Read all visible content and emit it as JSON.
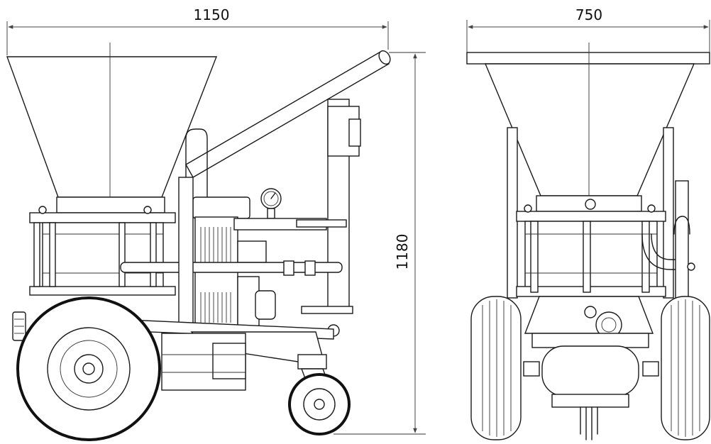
{
  "dimensions": {
    "side_width": "1150",
    "front_width": "750",
    "height": "1180"
  }
}
